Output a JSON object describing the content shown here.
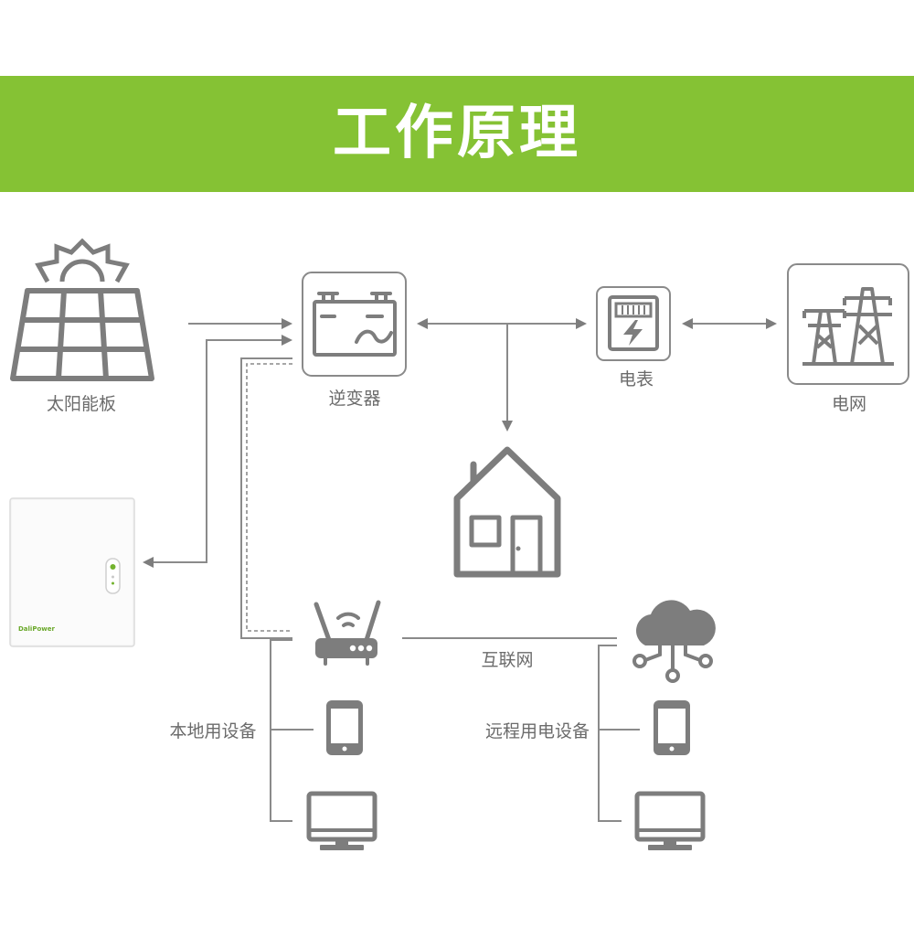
{
  "header": {
    "title": "工作原理"
  },
  "colors": {
    "banner": "#85c234",
    "icon": "#7d7d7d",
    "label": "#6b6b6b",
    "accent": "#73b32e"
  },
  "nodes": {
    "solar_panel": "太阳能板",
    "inverter": "逆变器",
    "meter": "电表",
    "grid": "电网",
    "internet": "互联网",
    "local_devices": "本地用设备",
    "remote_devices": "远程用电设备"
  },
  "battery": {
    "brand": "DaliPower"
  },
  "icons": [
    "sun-icon",
    "solar-panel-icon",
    "inverter-icon",
    "meter-icon",
    "transmission-tower-icon",
    "house-icon",
    "battery-cabinet",
    "router-icon",
    "cloud-network-icon",
    "phone-icon",
    "monitor-icon"
  ]
}
